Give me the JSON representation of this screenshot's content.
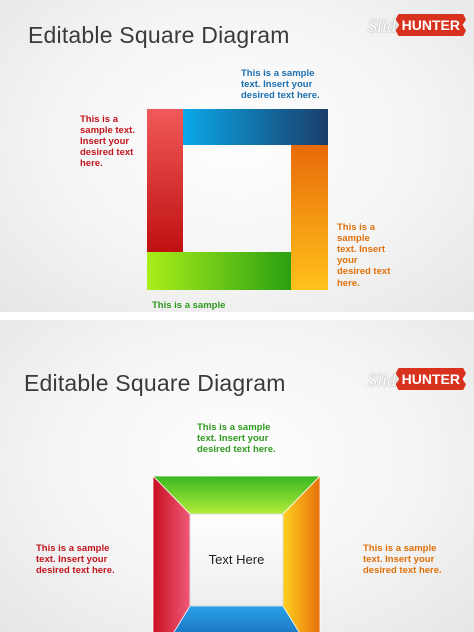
{
  "slides": [
    {
      "title": "Editable Square Diagram",
      "logo": {
        "part1": "Slide",
        "part2": "HUNTER"
      },
      "notes": {
        "top": "This is a sample\ntext. Insert your\ndesired text here.",
        "left": "This is a\nsample text.\nInsert your\ndesired text\nhere.",
        "right": "This is a\nsample\ntext. Insert\nyour\ndesired text\nhere.",
        "bottom": "This is a sample\ntext. Insert your\ndesired text here."
      }
    },
    {
      "title": "Editable Square Diagram",
      "logo": {
        "part1": "Slide",
        "part2": "HUNTER"
      },
      "notes": {
        "top": "This is a sample\ntext. Insert your\ndesired text here.",
        "left": "This is a sample\ntext. Insert your\ndesired text here.",
        "right": "This is a sample\ntext. Insert your\ndesired text here."
      },
      "center_text": "Text Here"
    }
  ],
  "colors": {
    "blue": "#1a6fb0",
    "red": "#c0151c",
    "orange": "#e0700a",
    "green": "#2e9a1e"
  }
}
